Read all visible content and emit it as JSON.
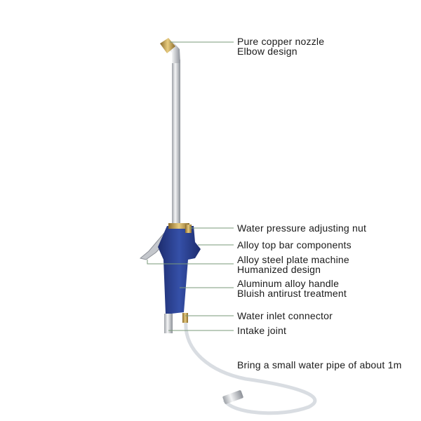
{
  "annotations": [
    {
      "lines": [
        "Pure copper nozzle",
        "Elbow design"
      ]
    },
    {
      "lines": [
        "Water pressure adjusting nut"
      ]
    },
    {
      "lines": [
        "Alloy top bar components"
      ]
    },
    {
      "lines": [
        "Alloy steel plate machine",
        "Humanized design"
      ]
    },
    {
      "lines": [
        "Aluminum alloy handle",
        "Bluish antirust treatment"
      ]
    },
    {
      "lines": [
        "Water inlet connector"
      ]
    },
    {
      "lines": [
        "Intake joint"
      ]
    },
    {
      "lines": [
        "Bring a small water pipe of about 1m"
      ]
    }
  ],
  "colors": {
    "body": "#2a3d8f",
    "brass": "#c9a14a",
    "tube": "#d6d8dc",
    "leader": "#7a9a7a"
  }
}
